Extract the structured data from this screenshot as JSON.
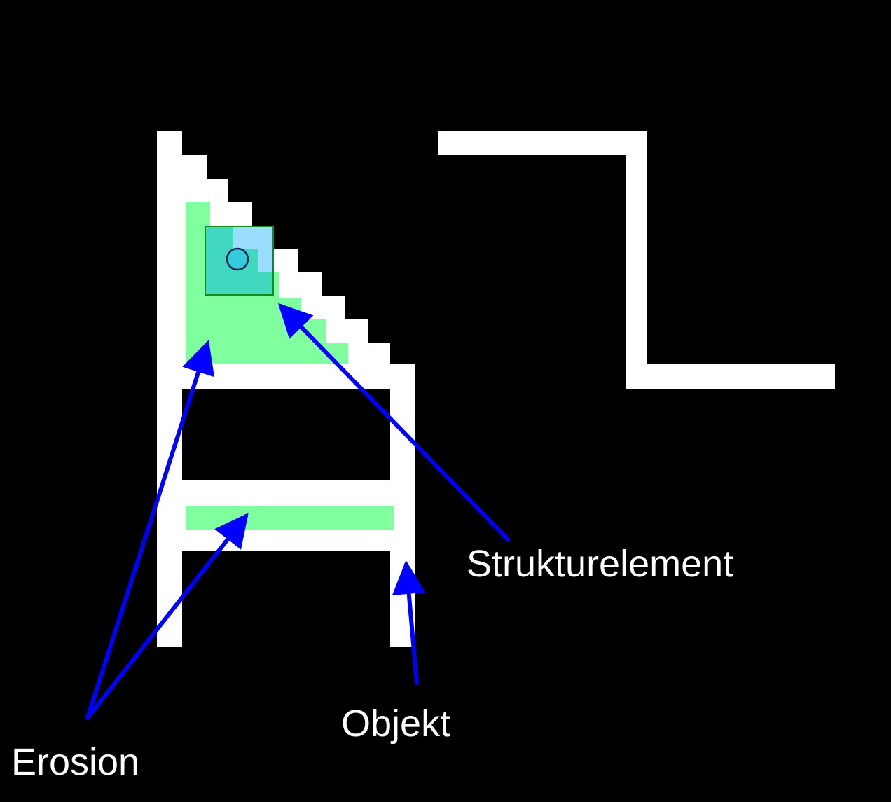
{
  "labels": {
    "erosion": "Erosion",
    "objekt": "Objekt",
    "strukturelement": "Strukturelement"
  },
  "colors": {
    "background": "#000000",
    "object": "#ffffff",
    "erosion": "#80ff9f",
    "structuring_element": "#40d9bf",
    "structuring_element_overlap": "#99ddff",
    "arrow": "#0000ff",
    "origin_marker": "#33ccdd"
  }
}
